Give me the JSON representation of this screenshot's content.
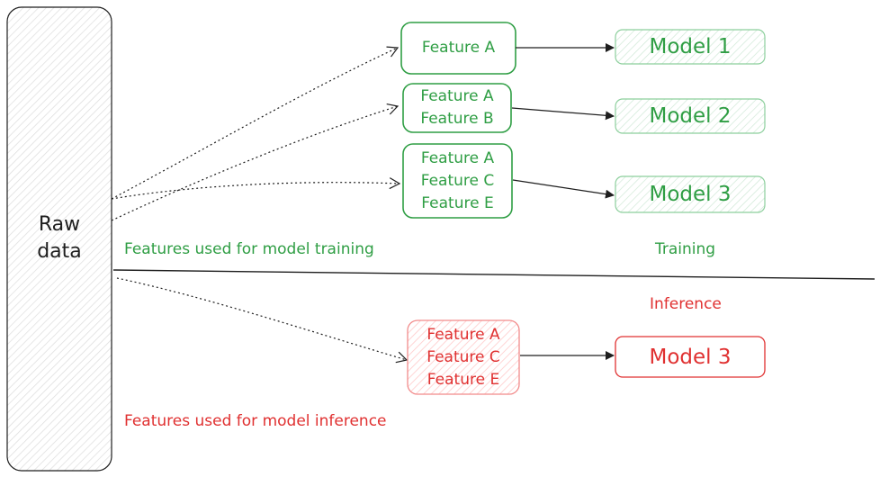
{
  "raw_data": {
    "label_line1": "Raw",
    "label_line2": "data"
  },
  "training": {
    "caption": "Features used for model training",
    "section_label": "Training",
    "feature_boxes": [
      {
        "features": [
          "Feature A"
        ]
      },
      {
        "features": [
          "Feature A",
          "Feature B"
        ]
      },
      {
        "features": [
          "Feature A",
          "Feature C",
          "Feature E"
        ]
      }
    ],
    "models": [
      "Model 1",
      "Model 2",
      "Model 3"
    ]
  },
  "inference": {
    "caption": "Features used for model inference",
    "section_label": "Inference",
    "feature_box": {
      "features": [
        "Feature A",
        "Feature C",
        "Feature E"
      ]
    },
    "model": "Model 3"
  },
  "colors": {
    "green": "#2f9e44",
    "green_fill": "#ebf6ee",
    "red": "#e03131",
    "red_fill": "#ffc9c9",
    "gray": "#1e1e1e",
    "raw_fill": "#ececec"
  }
}
